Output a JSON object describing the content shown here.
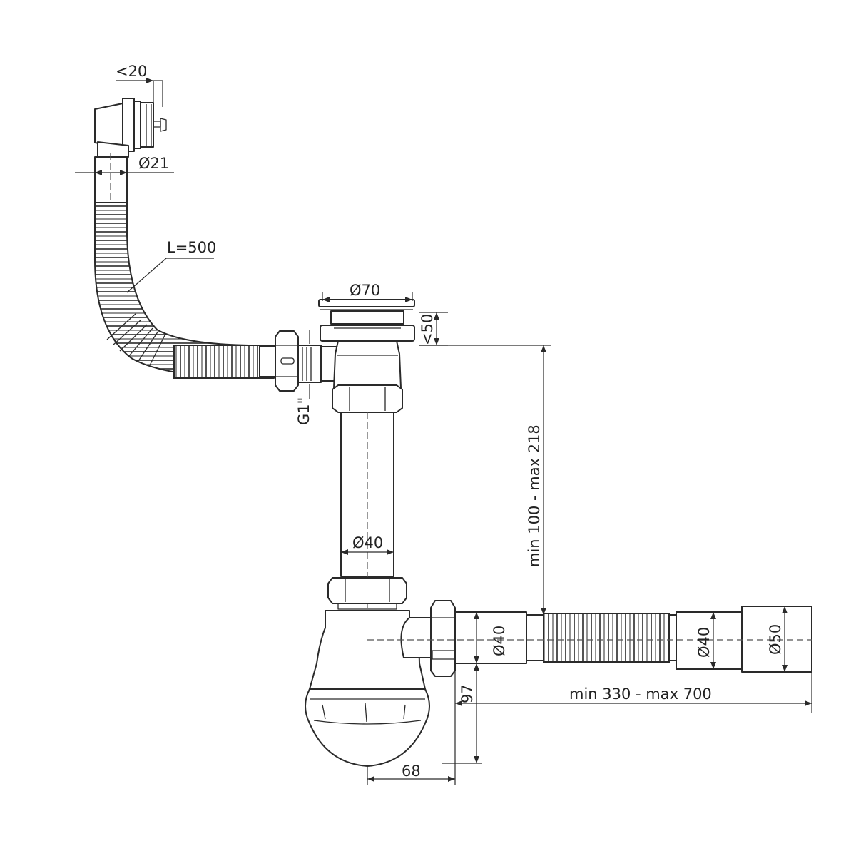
{
  "labels": {
    "overflow_rotation": "<20",
    "overflow_pipe_diameter": "Ø21",
    "hose_length": "L=500",
    "drain_diameter": "Ø70",
    "sink_thickness": "<50",
    "overflow_thread": "G1\"",
    "height_range": "min 100 - max 218",
    "tailpipe_diameter": "Ø40",
    "outlet_diameter": "Ø40",
    "end_diameter_40": "Ø40",
    "end_diameter_50": "Ø50",
    "outlet_height": "97",
    "length_range": "min 330 - max 700",
    "trap_offset": "68"
  }
}
